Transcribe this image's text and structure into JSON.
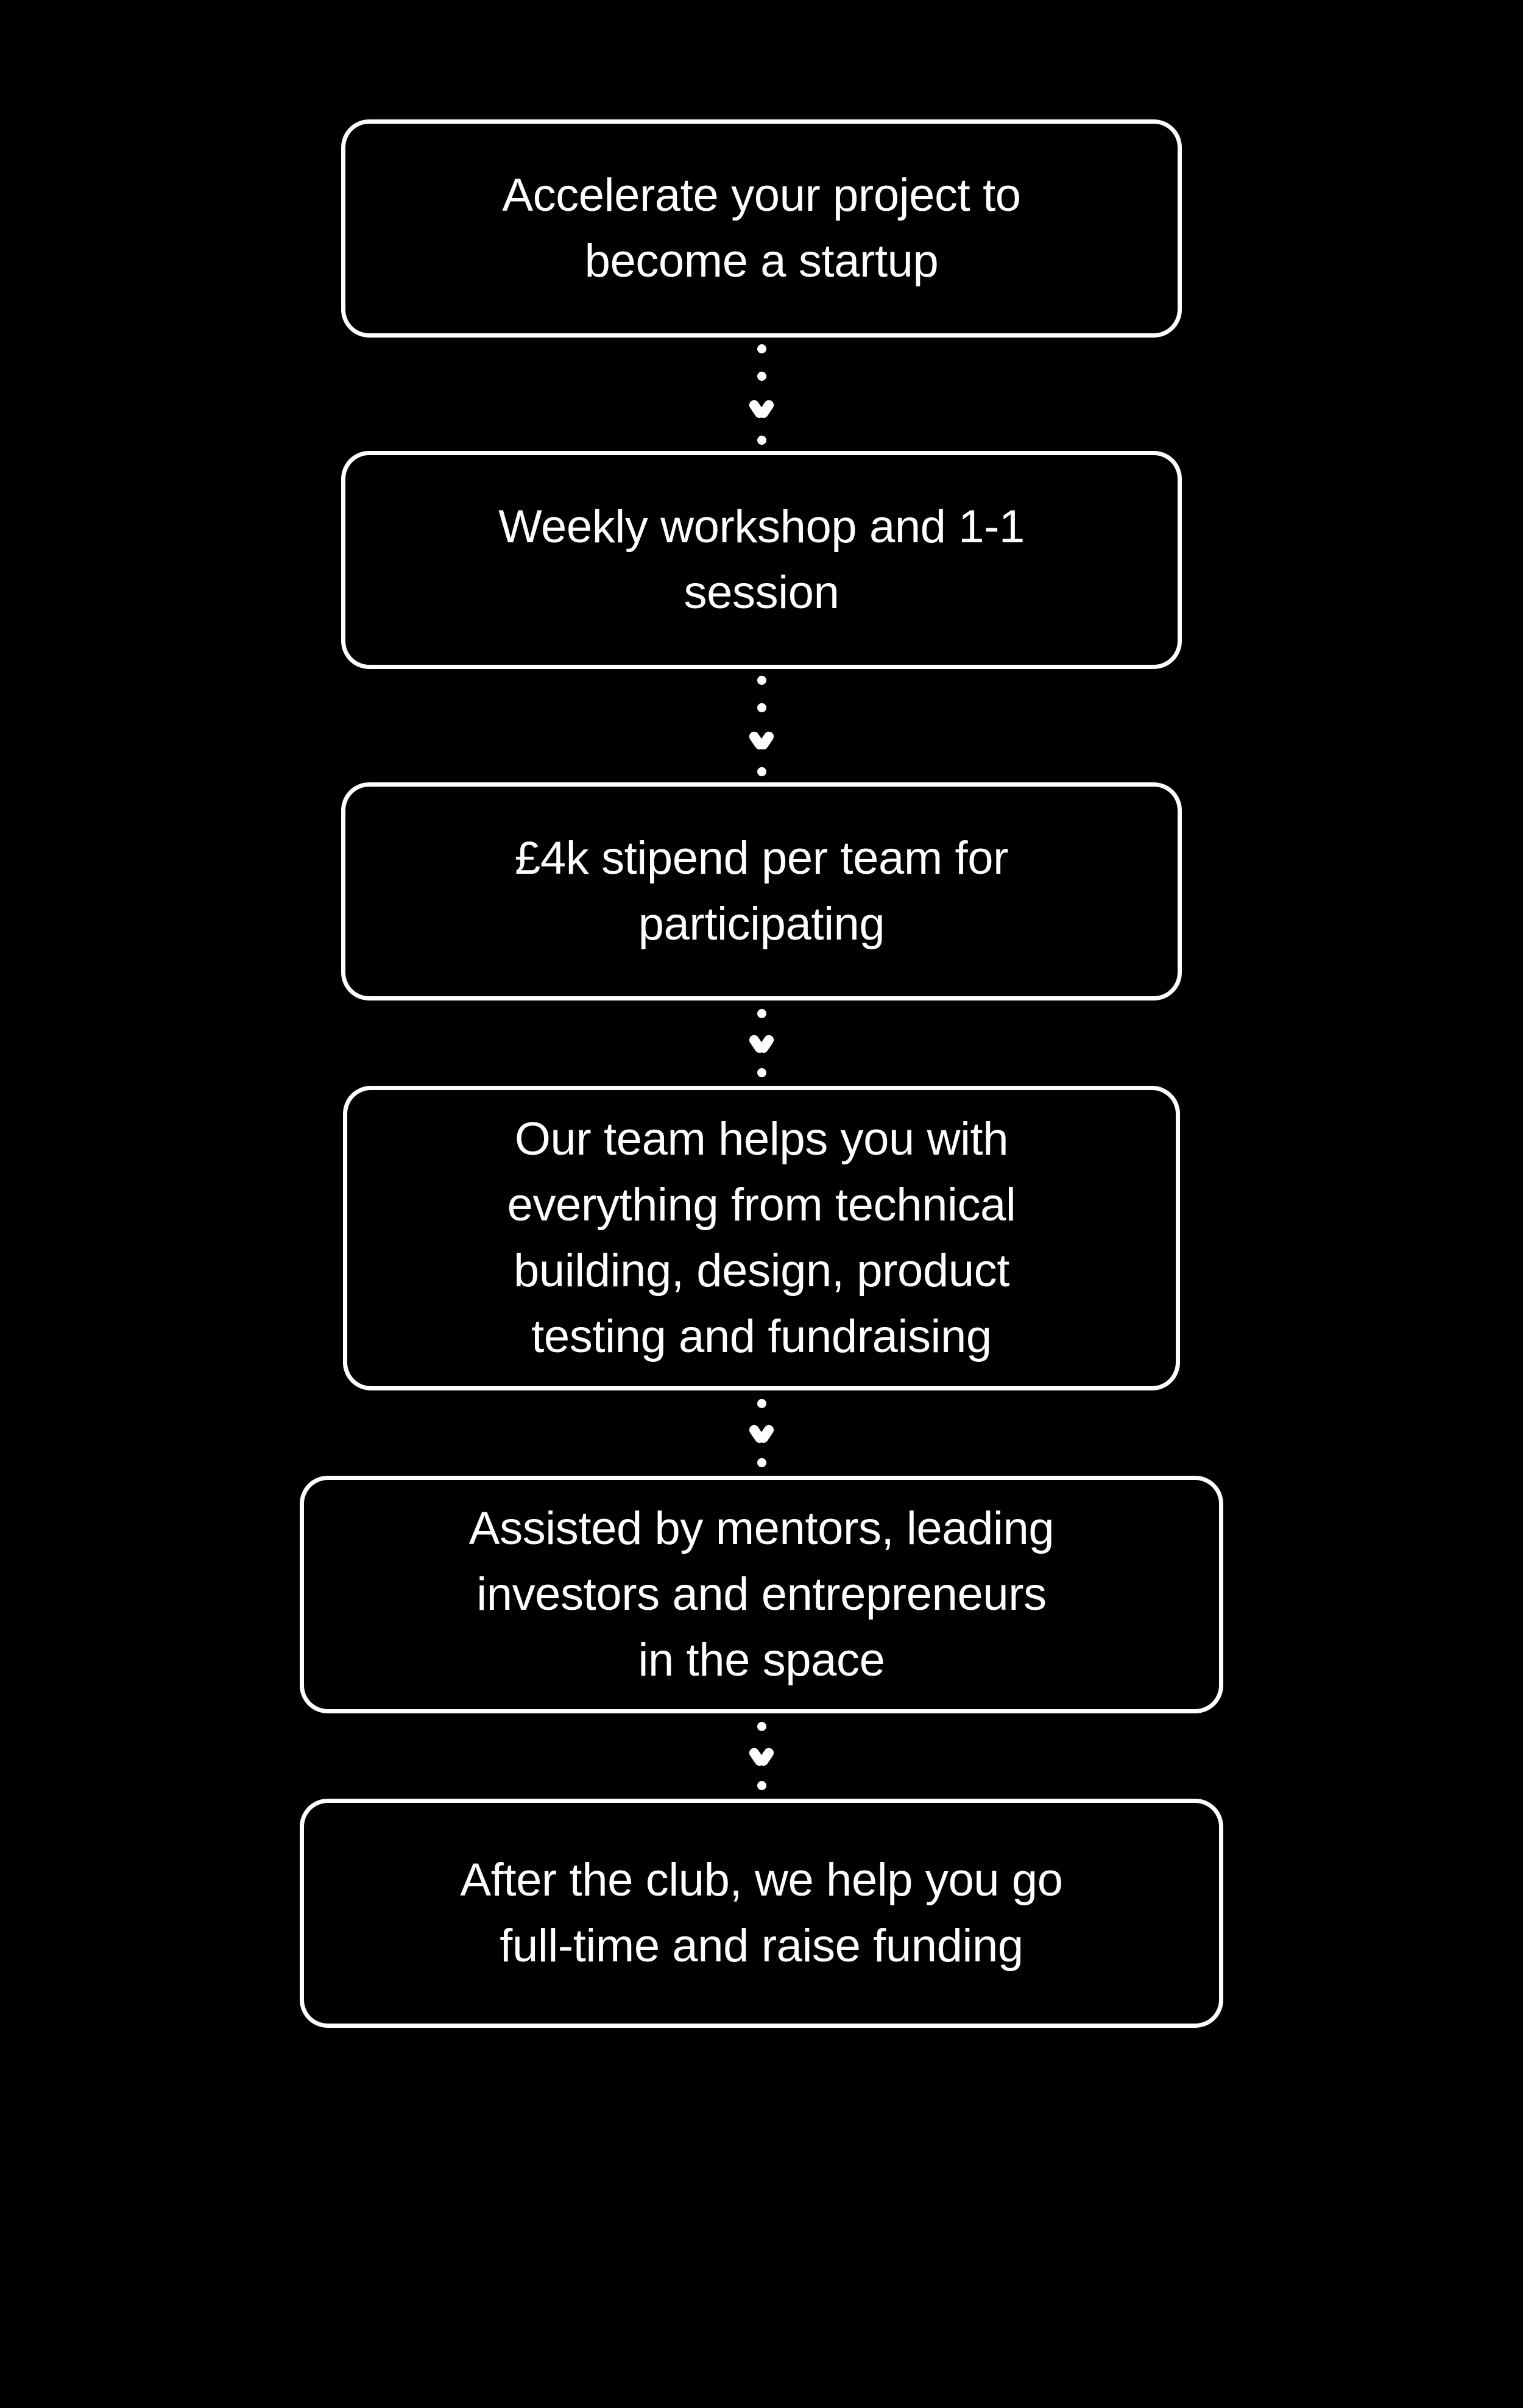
{
  "page": {
    "background_color": "#000000",
    "foreground_color": "#ffffff",
    "title": "Startup club programme flow"
  },
  "flow": {
    "connector_icon": "chevron-down-icon",
    "nodes": [
      {
        "id": "node-1",
        "label": "Accelerate your project to\nbecome a startup",
        "lines": [
          "Accelerate your project to",
          "become a startup"
        ]
      },
      {
        "id": "node-2",
        "label": "Weekly workshop and 1-1\nsession",
        "lines": [
          "Weekly workshop and 1-1",
          "session"
        ]
      },
      {
        "id": "node-3",
        "label": "£4k stipend per team for\nparticipating",
        "lines": [
          "£4k stipend per team for",
          "participating"
        ]
      },
      {
        "id": "node-4",
        "label": "Our team helps you with\neverything from technical\nbuilding, design, product\ntesting and fundraising",
        "lines": [
          "Our team helps you with",
          "everything from technical",
          "building, design, product",
          "testing and fundraising"
        ]
      },
      {
        "id": "node-5",
        "label": "Assisted by mentors, leading\ninvestors and entrepreneurs\nin the space",
        "lines": [
          "Assisted by mentors, leading",
          "investors and entrepreneurs",
          "in the space"
        ]
      },
      {
        "id": "node-6",
        "label": "After the club, we help you go\nfull-time and raise funding",
        "lines": [
          "After the club, we help you go",
          "full-time and raise funding"
        ]
      }
    ],
    "connectors": [
      {
        "id": "connector-1-2",
        "dots_before": 2,
        "dots_after": 1,
        "style": "tall"
      },
      {
        "id": "connector-2-3",
        "dots_before": 2,
        "dots_after": 1,
        "style": "tall"
      },
      {
        "id": "connector-3-4",
        "dots_before": 1,
        "dots_after": 1,
        "style": "short"
      },
      {
        "id": "connector-4-5",
        "dots_before": 1,
        "dots_after": 1,
        "style": "short"
      },
      {
        "id": "connector-5-6",
        "dots_before": 1,
        "dots_after": 1,
        "style": "short"
      }
    ]
  }
}
